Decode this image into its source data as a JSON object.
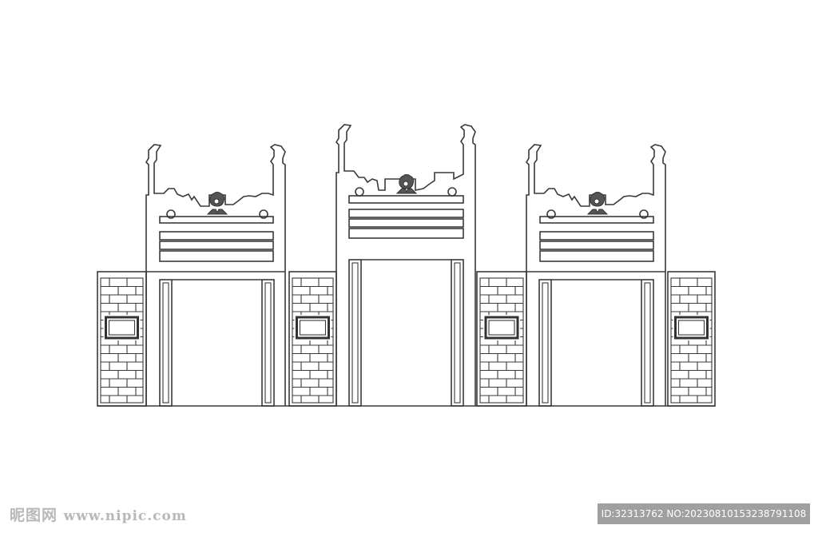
{
  "watermark": {
    "left_brand": "昵图网",
    "left_site": "www.nipic.com",
    "right_id": "ID:32313762 NO:20230810153238791108"
  },
  "colors": {
    "line": "#3a3a3a",
    "background": "#ffffff",
    "watermark_badge": "#a0a0a0"
  },
  "drawing": {
    "gates": [
      "left-gate",
      "center-gate",
      "right-gate"
    ],
    "brick_walls": [
      "wall-1",
      "wall-2",
      "wall-3",
      "wall-4"
    ]
  }
}
